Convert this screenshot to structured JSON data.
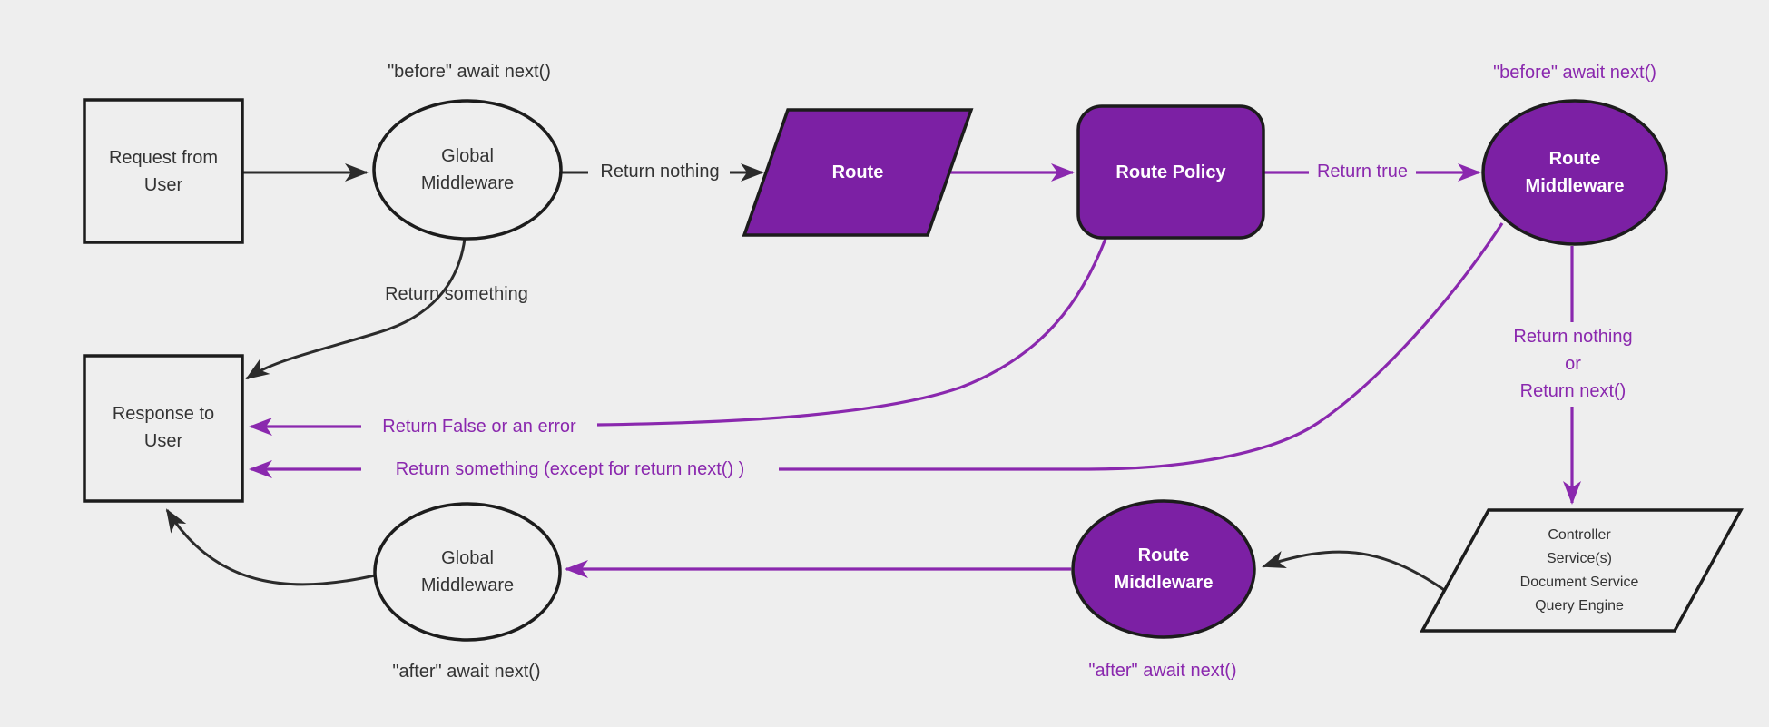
{
  "colors": {
    "background": "#eeeeee",
    "node_purple_fill": "#7c20a4",
    "purple_line_and_text": "#8a28ae",
    "dark_line": "#2b2b2b",
    "dark_text": "#333333",
    "node_border": "#1c1c1c",
    "node_text_on_purple": "#ffffff"
  },
  "nodes": {
    "request": {
      "label": "Request from\nUser"
    },
    "global_middleware_top": {
      "label": "Global\nMiddleware",
      "note": "\"before\" await next()"
    },
    "route": {
      "label": "Route"
    },
    "route_policy": {
      "label": "Route Policy"
    },
    "route_middleware_top": {
      "label": "Route\nMiddleware",
      "note": "\"before\" await next()"
    },
    "controller_stack": {
      "label": "Controller\nService(s)\nDocument Service\nQuery Engine"
    },
    "route_middleware_bottom": {
      "label": "Route\nMiddleware",
      "note": "\"after\" await next()"
    },
    "global_middleware_bottom": {
      "label": "Global\nMiddleware",
      "note": "\"after\" await next()"
    },
    "response": {
      "label": "Response to\nUser"
    }
  },
  "edges": {
    "return_nothing": {
      "label": "Return nothing"
    },
    "return_true": {
      "label": "Return true"
    },
    "return_nothing_or_next": {
      "label": "Return nothing\nor\nReturn next()"
    },
    "return_something": {
      "label": "Return something"
    },
    "return_false_or_error": {
      "label": "Return False or an error"
    },
    "return_something_except": {
      "label": "Return something (except for return next() )"
    }
  }
}
